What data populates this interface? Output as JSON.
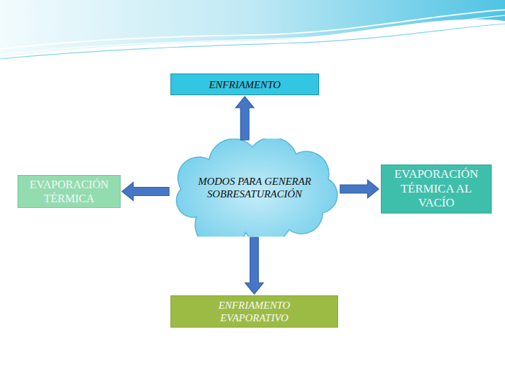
{
  "diagram": {
    "nodes": [
      {
        "text": [
          "ENFRIAMENTO"
        ]
      },
      {
        "text": [
          "EVAPORACIÓN TÉRMICA"
        ]
      },
      {
        "text": [
          "MODOS PARA GENERAR SOBRESATURACIÓN"
        ]
      },
      {
        "text": [
          "EVAPORACIÓN TÉRMICA AL VACÍO"
        ]
      },
      {
        "text": [
          "ENFRIAMENTO EVAPORATIVO"
        ]
      }
    ],
    "edges": [
      {
        "from": 2,
        "to": 0,
        "arrow": "to"
      },
      {
        "from": 2,
        "to": 1,
        "arrow": "to"
      },
      {
        "from": 2,
        "to": 3,
        "arrow": "to"
      },
      {
        "from": 2,
        "to": 4,
        "arrow": "to"
      }
    ]
  }
}
